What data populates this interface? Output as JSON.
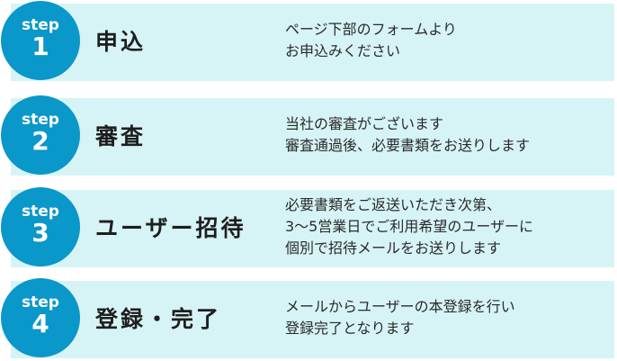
{
  "colors": {
    "circle": "#0a97c9",
    "band": "#d6f4f5",
    "title_text": "#1e1e1e"
  },
  "steps": [
    {
      "label": "step",
      "number": "1",
      "title": "申込",
      "desc": [
        "ページ下部のフォームより",
        "お申込みください"
      ]
    },
    {
      "label": "step",
      "number": "2",
      "title": "審査",
      "desc": [
        "当社の審査がございます",
        "審査通過後、必要書類をお送りします"
      ]
    },
    {
      "label": "step",
      "number": "3",
      "title": "ユーザー招待",
      "desc": [
        "必要書類をご返送いただき次第、",
        "3〜5営業日でご利用希望のユーザーに",
        "個別で招待メールをお送りします"
      ]
    },
    {
      "label": "step",
      "number": "4",
      "title": "登録・完了",
      "desc": [
        "メールからユーザーの本登録を行い",
        "登録完了となります"
      ]
    }
  ]
}
